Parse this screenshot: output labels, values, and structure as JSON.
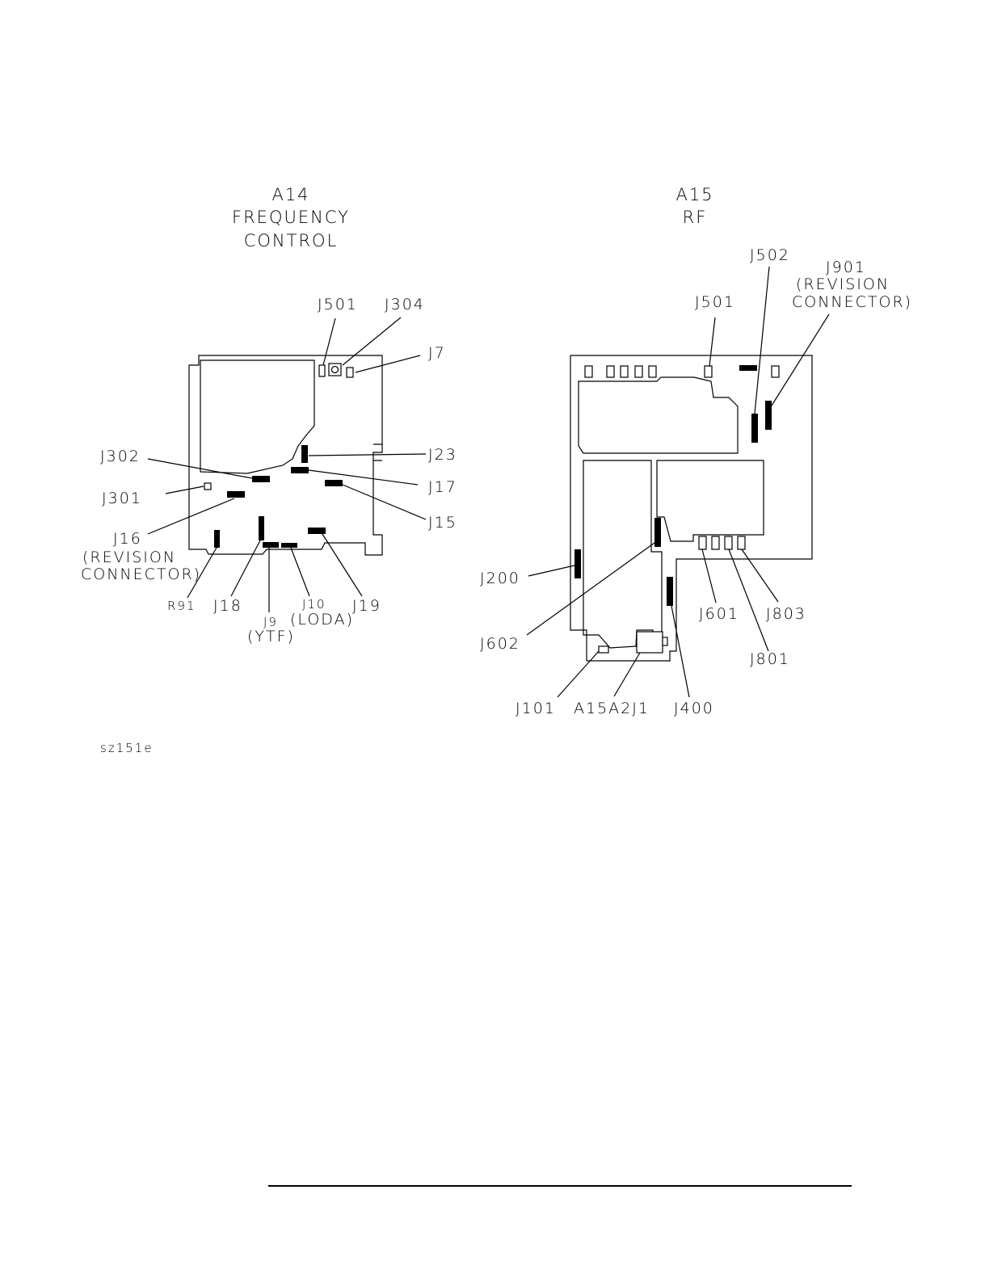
{
  "a14": {
    "title": [
      "A14",
      "FREQUENCY",
      "CONTROL"
    ],
    "labels": {
      "j501": "J501",
      "j304": "J304",
      "j7": "J7",
      "j23": "J23",
      "j302": "J302",
      "j17": "J17",
      "j301": "J301",
      "j15": "J15",
      "j16": [
        "J16",
        "(REVISION",
        "CONNECTOR)"
      ],
      "r91": "R91",
      "j18": "J18",
      "j9": [
        "J9",
        "(YTF)"
      ],
      "j10": [
        "J10",
        "(LODA)"
      ],
      "j19": "J19"
    }
  },
  "a15": {
    "title": [
      "A15",
      "RF"
    ],
    "labels": {
      "j502": "J502",
      "j901": [
        "J901",
        "(REVISION",
        "CONNECTOR)"
      ],
      "j501": "J501",
      "j200": "J200",
      "j602": "J602",
      "j601": "J601",
      "j803": "J803",
      "j801": "J801",
      "j101": "J101",
      "a15a2j1": "A15A2J1",
      "j400": "J400"
    }
  },
  "figure_id": "sz151e"
}
